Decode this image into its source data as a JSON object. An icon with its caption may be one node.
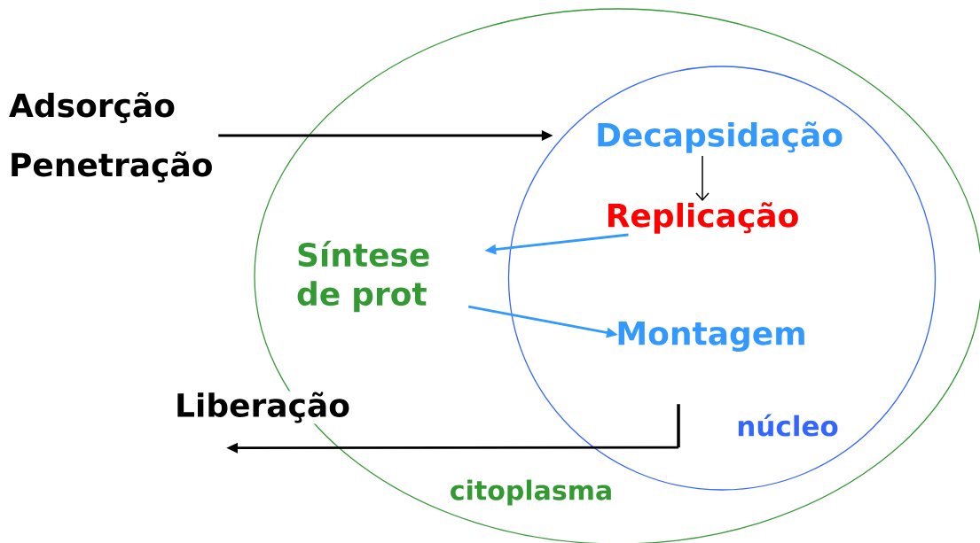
{
  "diagram": {
    "nodes": [
      {
        "text": [
          "citoplasma"
        ]
      },
      {
        "text": [
          "núcleo"
        ],
        "in": 0
      },
      {
        "text": [
          "Adsorção Penetração"
        ]
      },
      {
        "text": [
          "Decapsidação"
        ],
        "in": 1
      },
      {
        "text": [
          "Replicação"
        ],
        "in": 1
      },
      {
        "text": [
          "Síntese de prot"
        ],
        "in": 0
      },
      {
        "text": [
          "Montagem"
        ],
        "in": 1
      },
      {
        "text": [
          "Liberação"
        ]
      }
    ],
    "edges": [
      {
        "from": 2,
        "to": 3,
        "arrow": "to"
      },
      {
        "from": 3,
        "to": 4,
        "arrow": "to"
      },
      {
        "from": 4,
        "to": 5,
        "arrow": "to",
        "color": "#3399ff"
      },
      {
        "from": 5,
        "to": 6,
        "arrow": "to",
        "color": "#3399ff"
      },
      {
        "from": 6,
        "to": 7,
        "arrow": "to"
      }
    ]
  }
}
